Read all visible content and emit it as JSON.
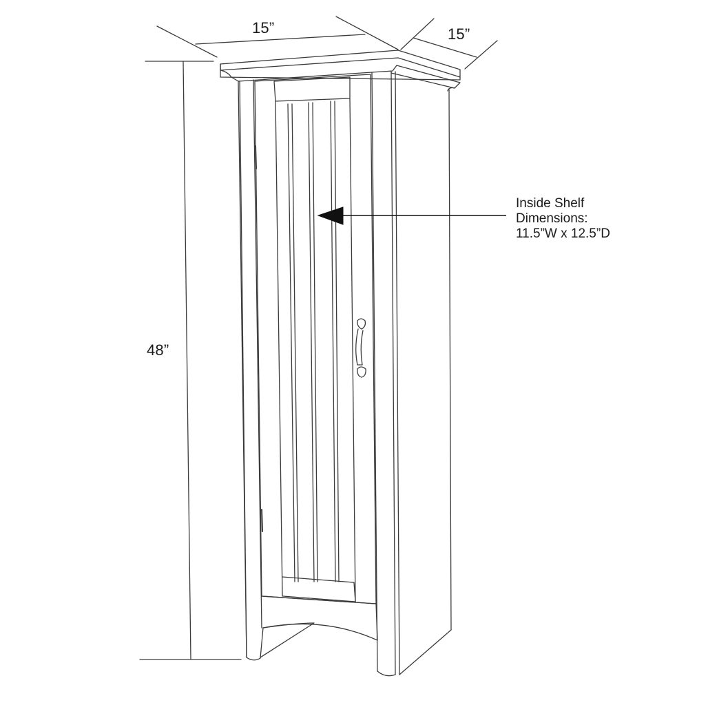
{
  "diagram": {
    "subject": "single-door tall storage cabinet line drawing",
    "dimensions": {
      "width": "15”",
      "depth": "15”",
      "height": "48”"
    },
    "callout": {
      "line1": "Inside Shelf",
      "line2": "Dimensions:",
      "line3": "11.5”W x 12.5”D"
    },
    "colors": {
      "line": "#3a3a3a",
      "text": "#1a1a1a",
      "background": "#ffffff"
    }
  }
}
